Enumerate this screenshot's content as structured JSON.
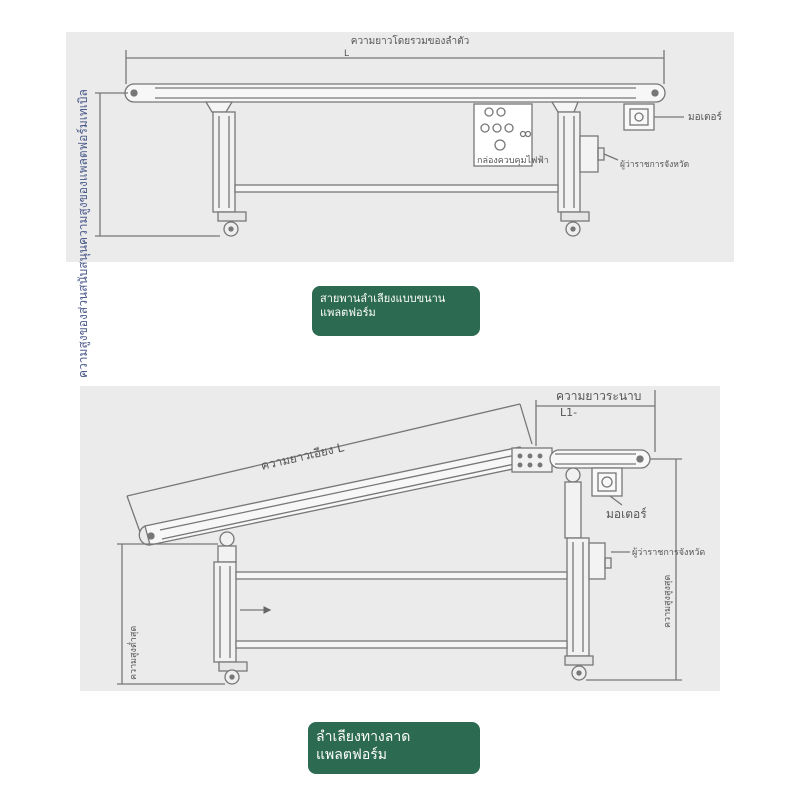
{
  "flat_conveyor": {
    "total_length_label": "ความยาวโดยรวมของลำตัว",
    "total_length_symbol": "L",
    "motor_label": "มอเตอร์",
    "control_box_label": "กล่องควบคุมไฟฟ้า",
    "governor_label": "ผู้ว่าราชการจังหวัด",
    "height_label": "ความสูงของส่วนสนับสนุนความสูงของแพลตฟอร์มเทเบิล",
    "caption": "สายพานลำเลียงแบบขนาน\nแพลตฟอร์ม"
  },
  "inclined_conveyor": {
    "horizontal_length_label": "ความยาวระนาบ",
    "horizontal_length_symbol": "L1-",
    "inclined_length_label": "ความยาวเอียง L",
    "motor_label": "มอเตอร์",
    "governor_label": "ผู้ว่าราชการจังหวัด",
    "left_height_label": "ความสูงต่ำสุด",
    "right_height_label": "ความสูงสูงสุด",
    "caption": "ลำเลียงทางลาด\nแพลตฟอร์ม"
  },
  "colors": {
    "panel_background": "#ebebeb",
    "caption_background": "#2d6a52",
    "caption_text": "#ffffff",
    "line_color": "#777777"
  }
}
